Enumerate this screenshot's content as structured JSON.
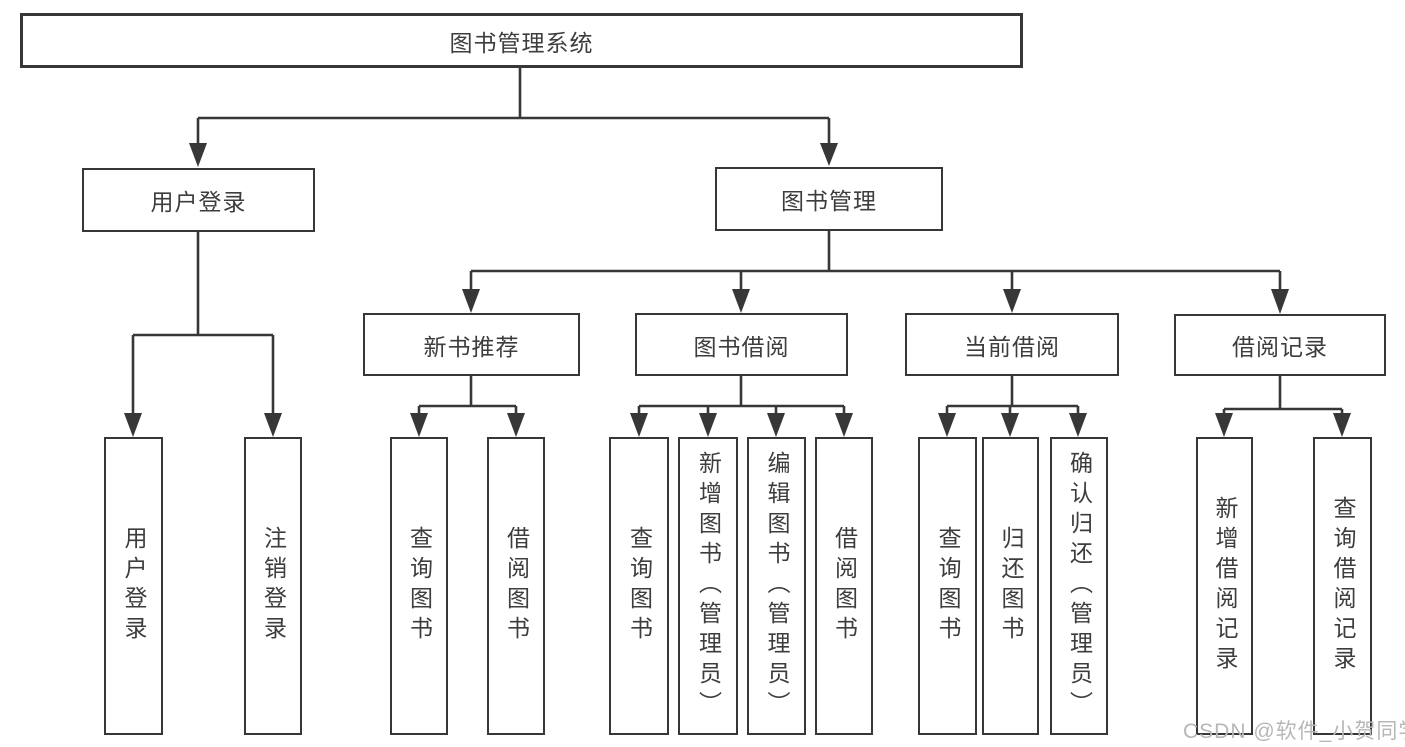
{
  "page": {
    "background": "#ffffff",
    "watermark": {
      "text": "CSDN @软件_小贺同学",
      "color": "#b7b7b7"
    }
  },
  "diagram": {
    "type": "hierarchy-tree",
    "colors": {
      "line": "#373737",
      "box_border": "#373737",
      "box_fill": "#ffffff",
      "text": "#3d3d3d"
    },
    "nodes": {
      "root": {
        "label": "图书管理系统"
      },
      "user_login": {
        "label": "用户登录"
      },
      "book_mgmt": {
        "label": "图书管理"
      },
      "new_book_rec": {
        "label": "新书推荐"
      },
      "book_borrow": {
        "label": "图书借阅"
      },
      "current_borrow": {
        "label": "当前借阅"
      },
      "borrow_records": {
        "label": "借阅记录"
      },
      "login_user": {
        "label": "用户登录"
      },
      "logout": {
        "label": "注销登录"
      },
      "rec_query_books": {
        "label": "查询图书"
      },
      "rec_borrow_books": {
        "label": "借阅图书"
      },
      "bb_query_books": {
        "label": "查询图书"
      },
      "bb_add_books": {
        "label": "新增图书（管理员）"
      },
      "bb_edit_books": {
        "label": "编辑图书（管理员）"
      },
      "bb_borrow_books": {
        "label": "借阅图书"
      },
      "cb_query_books": {
        "label": "查询图书"
      },
      "cb_return_books": {
        "label": "归还图书"
      },
      "cb_confirm_return": {
        "label": "确认归还（管理员）"
      },
      "br_add_record": {
        "label": "新增借阅记录"
      },
      "br_query_record": {
        "label": "查询借阅记录"
      }
    },
    "edges": [
      {
        "from": "root",
        "to": [
          "user_login",
          "book_mgmt"
        ]
      },
      {
        "from": "user_login",
        "to": [
          "login_user",
          "logout"
        ]
      },
      {
        "from": "book_mgmt",
        "to": [
          "new_book_rec",
          "book_borrow",
          "current_borrow",
          "borrow_records"
        ]
      },
      {
        "from": "new_book_rec",
        "to": [
          "rec_query_books",
          "rec_borrow_books"
        ]
      },
      {
        "from": "book_borrow",
        "to": [
          "bb_query_books",
          "bb_add_books",
          "bb_edit_books",
          "bb_borrow_books"
        ]
      },
      {
        "from": "current_borrow",
        "to": [
          "cb_query_books",
          "cb_return_books",
          "cb_confirm_return"
        ]
      },
      {
        "from": "borrow_records",
        "to": [
          "br_add_record",
          "br_query_record"
        ]
      }
    ]
  }
}
